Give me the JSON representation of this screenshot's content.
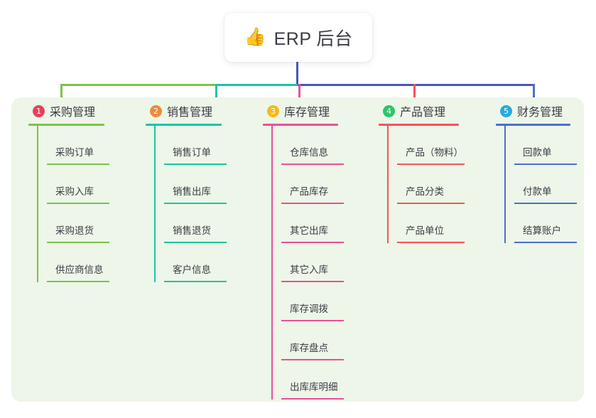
{
  "diagram": {
    "type": "mindmap-tree",
    "root": {
      "icon": "thumbs-up-icon",
      "icon_glyph": "👍",
      "title": "ERP 后台"
    },
    "panel_bg": "#edf6e8",
    "branches": [
      {
        "index": "1",
        "badge_color": "#e8415c",
        "line_color": "#7cc24e",
        "title": "采购管理",
        "items": [
          "采购订单",
          "采购入库",
          "采购退货",
          "供应商信息"
        ]
      },
      {
        "index": "2",
        "badge_color": "#f08a3c",
        "line_color": "#19c6a6",
        "title": "销售管理",
        "items": [
          "销售订单",
          "销售出库",
          "销售退货",
          "客户信息"
        ]
      },
      {
        "index": "3",
        "badge_color": "#f6b81f",
        "line_color": "#ea4f96",
        "title": "库存管理",
        "items": [
          "仓库信息",
          "产品库存",
          "其它出库",
          "其它入库",
          "库存调拨",
          "库存盘点",
          "出库库明细"
        ]
      },
      {
        "index": "4",
        "badge_color": "#2ec46c",
        "line_color": "#f2545b",
        "title": "产品管理",
        "items": [
          "产品（物料）",
          "产品分类",
          "产品单位"
        ]
      },
      {
        "index": "5",
        "badge_color": "#29a9e0",
        "line_color": "#4a6fd0",
        "title": "财务管理",
        "items": [
          "回款单",
          "付款单",
          "结算账户"
        ]
      }
    ],
    "trunk_color": "#4a55b8"
  }
}
